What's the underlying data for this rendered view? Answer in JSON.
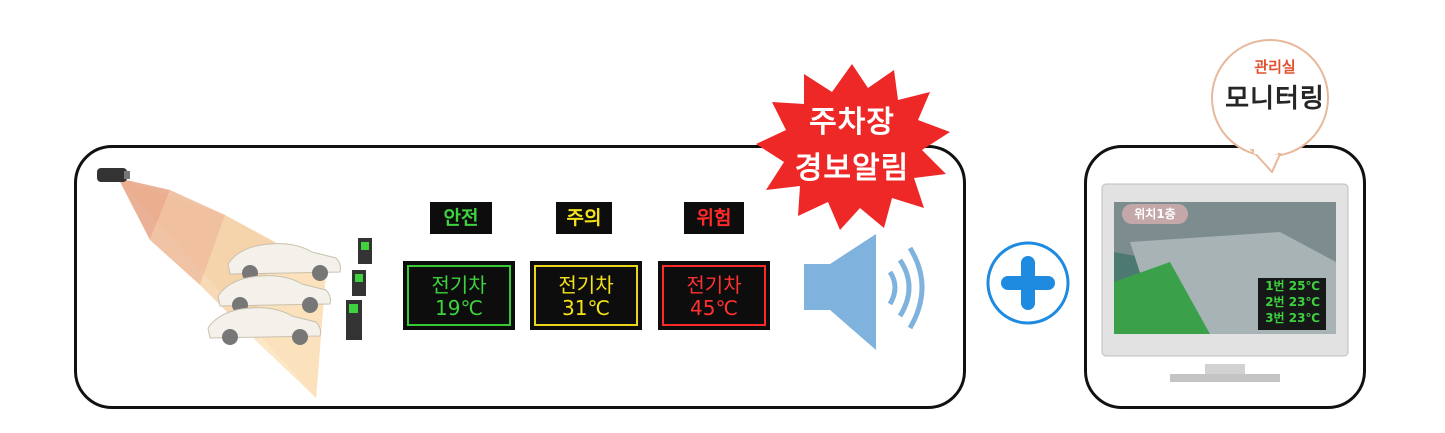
{
  "status_labels": {
    "safe": "안전",
    "caution": "주의",
    "danger": "위험"
  },
  "temperature_boxes": [
    {
      "vehicle": "전기차",
      "temperature": "19℃"
    },
    {
      "vehicle": "전기차",
      "temperature": "31℃"
    },
    {
      "vehicle": "전기차",
      "temperature": "45℃"
    }
  ],
  "alert": {
    "line1": "주차장",
    "line2": "경보알림"
  },
  "monitoring_bubble": {
    "line1": "관리실",
    "line2": "모니터링"
  },
  "monitor_screen": {
    "tag": "위치1층",
    "readings": [
      "1번 25℃",
      "2번 23℃",
      "3번 23℃"
    ]
  },
  "colors": {
    "safe": "#3ed23e",
    "caution": "#f4e21a",
    "danger": "#ff2a2a",
    "alert_burst": "#ee2727",
    "speaker": "#7fb2dd",
    "plus": "#1f8be0",
    "bubble_title": "#e2502e"
  },
  "icons": [
    "cctv-camera-icon",
    "ev-charger-icon",
    "car-icon",
    "speaker-icon",
    "plus-icon",
    "monitor-icon"
  ]
}
